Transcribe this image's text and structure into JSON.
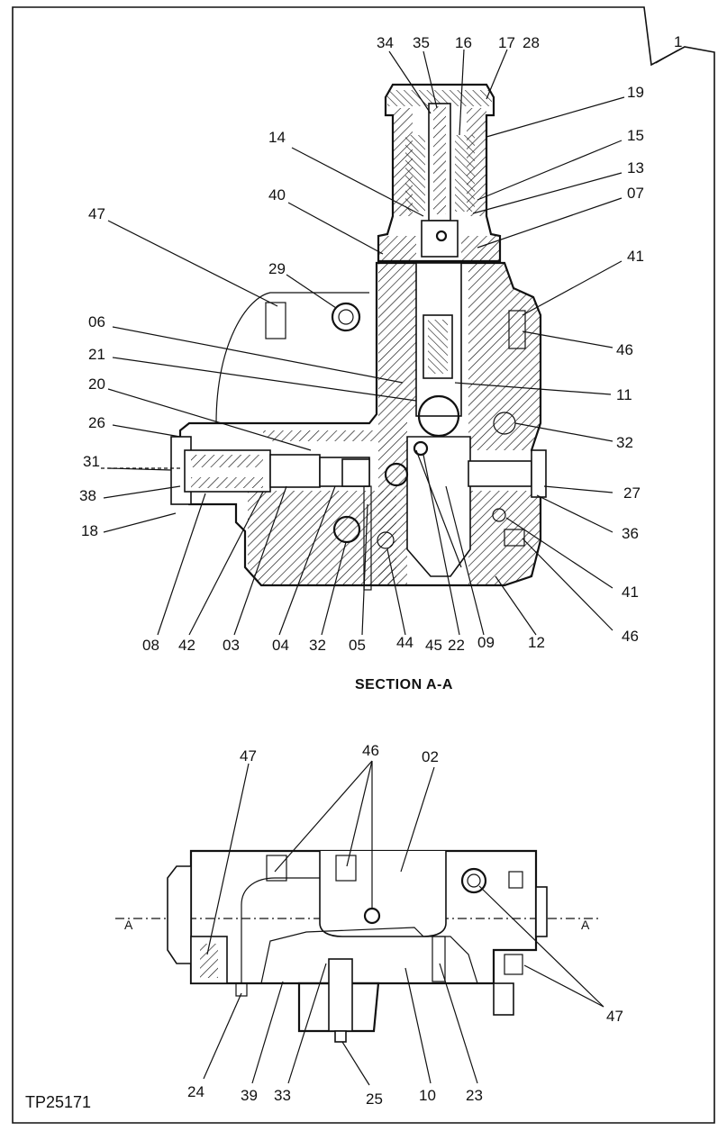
{
  "drawing_code": "TP25171",
  "sheet_callout": "1",
  "section_caption": "SECTION A-A",
  "section_marker": "A",
  "callouts_section": [
    "34",
    "35",
    "16",
    "17",
    "28",
    "19",
    "15",
    "13",
    "07",
    "14",
    "40",
    "47",
    "29",
    "41",
    "06",
    "46",
    "21",
    "11",
    "20",
    "26",
    "32",
    "31",
    "27",
    "38",
    "36",
    "18",
    "41",
    "46",
    "08",
    "42",
    "03",
    "04",
    "32",
    "05",
    "44",
    "45",
    "22",
    "09",
    "12"
  ],
  "callouts_bottom": [
    "47",
    "46",
    "02",
    "47",
    "24",
    "39",
    "33",
    "25",
    "10",
    "23"
  ]
}
